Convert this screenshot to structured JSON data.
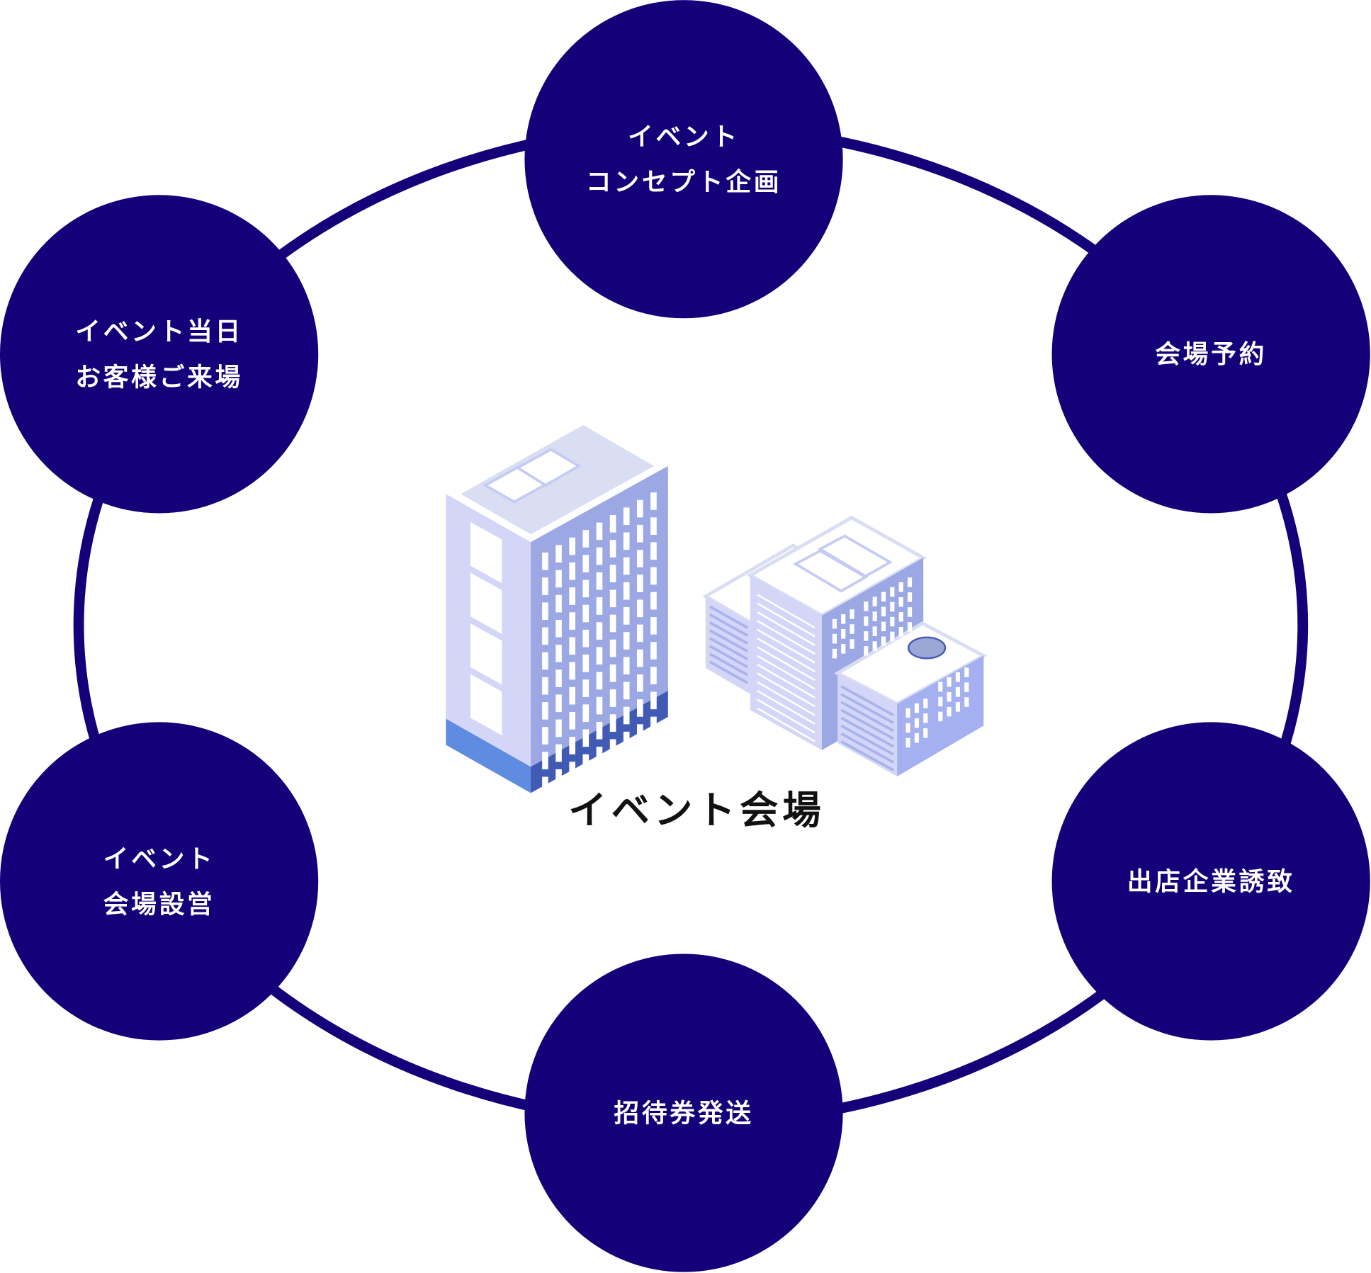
{
  "colors": {
    "circle": "#140078",
    "ring": "#140078",
    "text": "#ffffff"
  },
  "center": {
    "label": "イベント会場"
  },
  "steps": [
    {
      "lines": [
        "イベント",
        "コンセプト企画"
      ]
    },
    {
      "lines": [
        "会場予約"
      ]
    },
    {
      "lines": [
        "出店企業誘致"
      ]
    },
    {
      "lines": [
        "招待券発送"
      ]
    },
    {
      "lines": [
        "イベント",
        "会場設営"
      ]
    },
    {
      "lines": [
        "イベント当日",
        "お客様ご来場"
      ]
    }
  ]
}
